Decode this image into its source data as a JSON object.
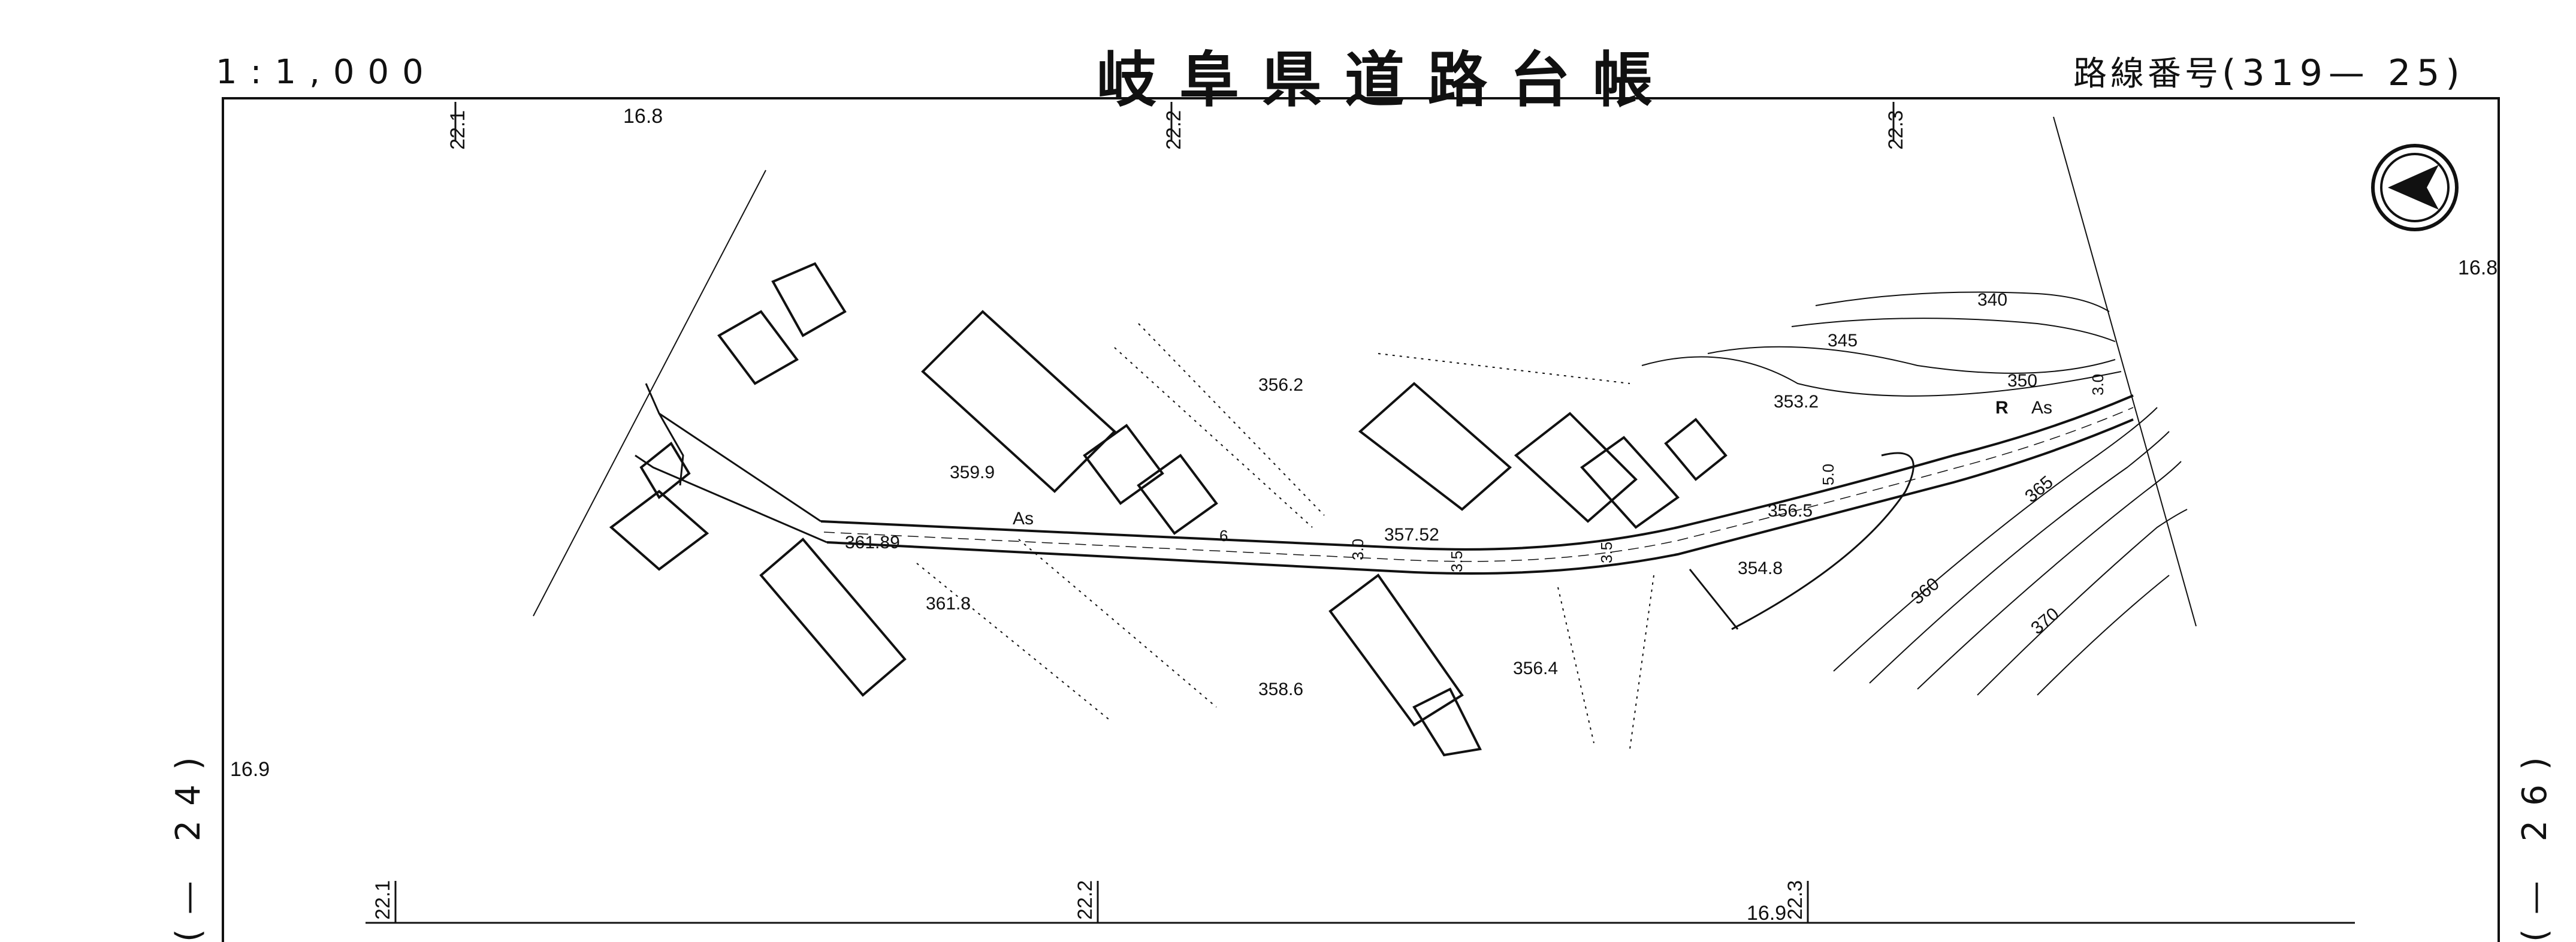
{
  "header": {
    "scale": "1:1,000",
    "title": "岐阜県道路台帳",
    "route_label": "路線番号",
    "route_number": "(319— 25)"
  },
  "sheet_refs": {
    "left": "(— 24)",
    "right": "(— 26)"
  },
  "grid_labels": {
    "top_a": "22.1",
    "top_b": "22.2",
    "top_c": "22.3",
    "top_corner": "16.8",
    "right_edge": "16.8",
    "left_edge": "16.9",
    "bottom_a": "22.1",
    "bottom_b": "22.2",
    "bottom_c": "22.3",
    "bottom_corner": "16.9"
  },
  "elevations": {
    "e1": "356.2",
    "e2": "359.9",
    "e3": "361.89",
    "e4": "361.8",
    "e5": "357.52",
    "e6": "358.6",
    "e7": "356.4",
    "e8": "353.2",
    "e9": "356.5",
    "e10": "354.8"
  },
  "contours": {
    "c340": "340",
    "c345": "345",
    "c350": "350",
    "c360": "360",
    "c365": "365",
    "c370": "370"
  },
  "road": {
    "surface_left": "As",
    "surface_right": "As",
    "rail_mark": "R",
    "w1": "6",
    "w2": "3.0",
    "w3": "3.5",
    "w4": "3.5",
    "w5": "5.0",
    "w6": "3.0"
  },
  "north_arrow": "north-arrow-icon"
}
